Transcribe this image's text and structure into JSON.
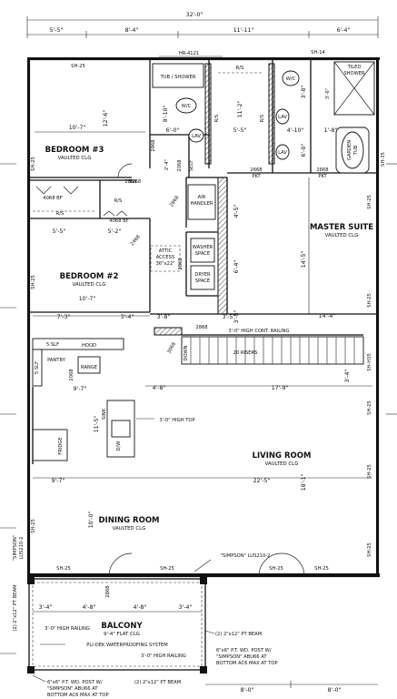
{
  "overall": {
    "width_label": "32'-0\""
  },
  "top_dims": [
    "5'-5\"",
    "8'-4\"",
    "11'-11\"",
    "6'-4\""
  ],
  "beam_top": "HR-4121",
  "rooms": {
    "bedroom3": {
      "name": "BEDROOM #3",
      "note": "VAULTED CLG"
    },
    "bedroom2": {
      "name": "BEDROOM #2",
      "note": "VAULTED CLG"
    },
    "master": {
      "name": "MASTER SUITE",
      "note": "VAULTED CLG"
    },
    "living": {
      "name": "LIVING ROOM",
      "note": "VAULTED CLG"
    },
    "dining": {
      "name": "DINING ROOM",
      "note": "VAULTED CLG"
    },
    "balcony": {
      "name": "BALCONY",
      "note": "9'-4\" FLAT CLG"
    }
  },
  "fixtures": {
    "tub_shower": "TUB / SHOWER",
    "wc1": "W/C",
    "wc2": "W/C",
    "lav1": "LAV",
    "lav2": "LAV",
    "lav3": "LAV",
    "tiled_shower": [
      "TILED",
      "SHOWER"
    ],
    "garden_tub": [
      "GARDEN",
      "TUB"
    ],
    "air_handler": [
      "AIR",
      "HANDLER"
    ],
    "washer": [
      "WASHER",
      "SPACE"
    ],
    "dryer": [
      "DRYER",
      "SPACE"
    ],
    "attic": [
      "ATTIC",
      "ACCESS",
      "36\"x22\""
    ],
    "pantry": "PANTRY",
    "hood": "HOOD",
    "range": "RANGE",
    "sink": "SINK",
    "dw": "D/W",
    "fridge": "FRIDGE",
    "slf5a": "5 SLF",
    "slf5b": "5 SLF",
    "bf1": "4068 BF",
    "bf2": "4068 BF",
    "self_lbl": "SELF",
    "rs": "R/S"
  },
  "notes": {
    "sh25": "SH-25",
    "sh14": "SH-14",
    "sh35": "SH-35",
    "shh35": "SH-H35",
    "risers": "20 RISERS",
    "down": "DOWN",
    "high_rail_cont": "3'-0\" HIGH CONT. RAILING",
    "high_top": "3'-0\" HIGH TOP",
    "simpson_lus": "\"SIMPSON\" LUS210-2",
    "simpson_side": [
      "\"SIMPSON\"",
      "LUS210-2"
    ],
    "pt_beam_left": "(2) 2\"x12\" PT BEAM",
    "pt_beam_right": "(2) 2\"x12\" PT BEAM",
    "pt_beam_bottom": "(2) 2\"x12\" PT BEAM",
    "high_railing1": "3'-0\" HIGH RAILING",
    "high_railing2": "3'-0\" HIGH RAILING",
    "pli_dek": "PLI-DEK WATERPROOFING SYSTEM",
    "post_right": [
      "6\"x6\" P.T. WD. POST W/",
      "\"SIMPSON\" ABU66 AT",
      "BOTTOM AC6 MAX AT TOP"
    ],
    "post_left": [
      "6\"x6\" P.T. WD. POST W/",
      "\"SIMPSON\" ABU66 AT",
      "BOTTOM AC6 MAX AT TOP"
    ],
    "door2868": "2868",
    "pkt_a": "2668\nPKT",
    "door2068": "2068",
    "door3068": "3068",
    "door2468": "2468"
  },
  "interior_dims": {
    "d10_7": "10'-7\"",
    "d12_6": "12'-6\"",
    "d8_10": "8'-10\"",
    "d6_0": "6'-0\"",
    "d11_2": "11'-2\"",
    "d5_5a": "5'-5\"",
    "d4_10": "4'-10\"",
    "d3_8": "3'-8\"",
    "d1_8": "1'-8\"",
    "d6_0b": "6'-0\"",
    "d5_5": "5'-5\"",
    "d5_2": "5'-2\"",
    "d4_5": "4'-5\"",
    "d14_5": "14'-5\"",
    "d6_4": "6'-4\"",
    "d10_7b": "10'-7\"",
    "d7_3": "7'-3\"",
    "d3_4": "3'-4\"",
    "d3_8b": "3'-8\"",
    "d3_5": "3'-5\"",
    "d14_4": "14'-4\"",
    "d3_8c": "3'-8\"",
    "d3_4b": "3'-4\"",
    "d4_8": "4'-8\"",
    "d17_9": "17'-9\"",
    "d9_7": "9'-7\"",
    "d11_5": "11'-5\"",
    "d9_7b": "9'-7\"",
    "d22_5": "22'-5\"",
    "d18_1": "18'-1\"",
    "d10_0": "10'-0\"",
    "d2_4": "2'-4\"",
    "d3_6": "3'-6\"",
    "b3_4a": "3'-4\"",
    "b4_8a": "4'-8\"",
    "b4_8b": "4'-8\"",
    "b3_4b": "3'-4\"",
    "bot8a": "8'-0\"",
    "bot8b": "8'-0\""
  }
}
